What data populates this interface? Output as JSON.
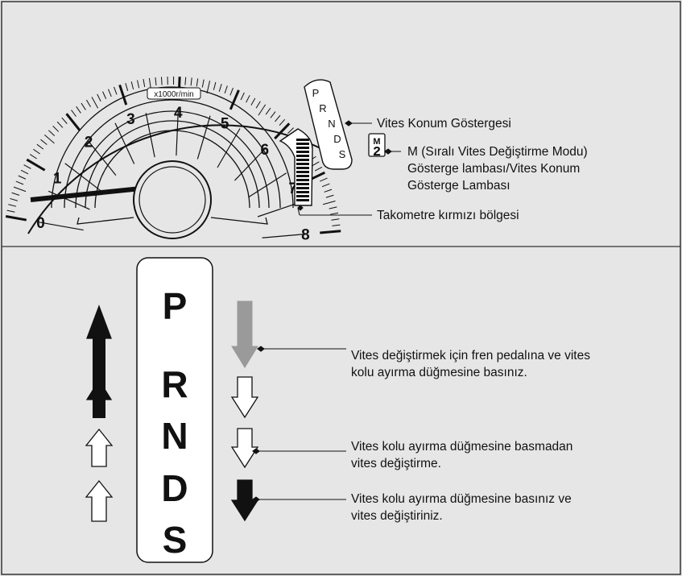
{
  "tachometer": {
    "unit_label": "x1000r/min",
    "tick_numbers": [
      "0",
      "1",
      "2",
      "3",
      "4",
      "5",
      "6",
      "7",
      "8"
    ]
  },
  "gear_indicator": {
    "letters": [
      "P",
      "R",
      "N",
      "D",
      "S"
    ]
  },
  "m_indicator": {
    "mode_letter": "M",
    "gear_digit": "2"
  },
  "callouts": {
    "position_indicator": "Vites Konum Göstergesi",
    "m_indicator": "M (Sıralı Vites Değiştirme Modu)\nGösterge lambası/Vites Konum\nGösterge Lambası",
    "red_zone": "Takometre kırmızı bölgesi",
    "brake_and_release": "Vites değiştirmek için fren pedalına ve vites\nkolu ayırma düğmesine basınız.",
    "no_release": "Vites kolu ayırma düğmesine basmadan\nvites değiştirme.",
    "press_release": "Vites kolu ayırma düğmesine basınız ve\nvites değiştiriniz."
  },
  "shift_pattern": {
    "positions": [
      "P",
      "R",
      "N",
      "D",
      "S"
    ],
    "legend_arrows": [
      {
        "type": "up",
        "style": "solid-long"
      },
      {
        "type": "up",
        "style": "solid-short"
      },
      {
        "type": "up",
        "style": "outline"
      },
      {
        "type": "up",
        "style": "outline"
      }
    ],
    "transition_arrows": [
      {
        "from": "P",
        "to": "R",
        "style": "gray"
      },
      {
        "from": "R",
        "to": "N",
        "style": "outline"
      },
      {
        "from": "N",
        "to": "D",
        "style": "outline"
      },
      {
        "from": "D",
        "to": "S",
        "style": "solid"
      }
    ]
  },
  "colors": {
    "background": "#e6e6e6",
    "ink": "#111111",
    "arrow_gray": "#9a9a9a",
    "panel": "#ffffff"
  }
}
